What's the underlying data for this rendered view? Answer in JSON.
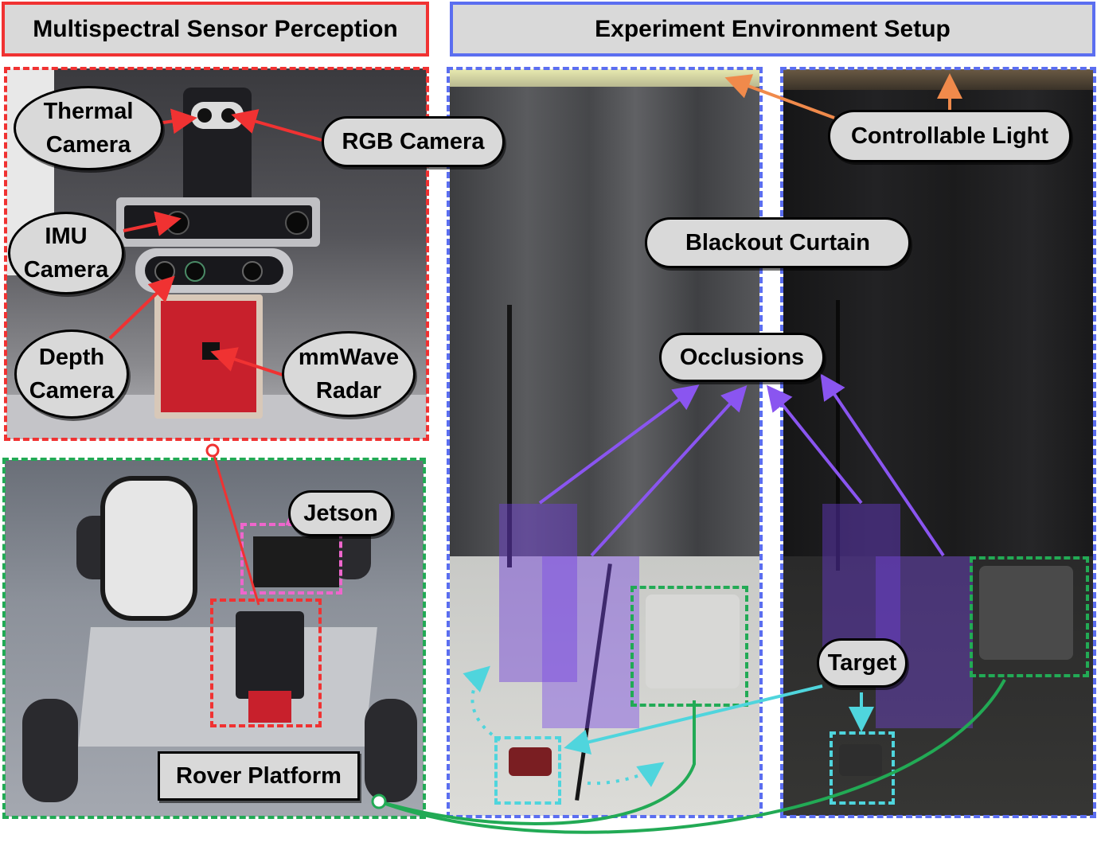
{
  "headers": {
    "left": "Multispectral Sensor Perception",
    "right": "Experiment Environment Setup"
  },
  "labels": {
    "thermal_line1": "Thermal",
    "thermal_line2": "Camera",
    "rgb": "RGB Camera",
    "imu_line1": "IMU",
    "imu_line2": "Camera",
    "depth_line1": "Depth",
    "depth_line2": "Camera",
    "radar_line1": "mmWave",
    "radar_line2": "Radar",
    "jetson": "Jetson",
    "rover": "Rover Platform",
    "light": "Controllable Light",
    "curtain": "Blackout Curtain",
    "occlusions": "Occlusions",
    "target": "Target"
  },
  "colors": {
    "sensor_red": "#f03232",
    "setup_blue": "#5b6ef0",
    "rover_green": "#22aa55",
    "jetson_pink": "#ee66cc",
    "light_orange": "#f08a4b",
    "occlusion_purple": "#8a55f0",
    "target_cyan": "#4fd5dd",
    "label_fill": "#d9d9d9"
  }
}
